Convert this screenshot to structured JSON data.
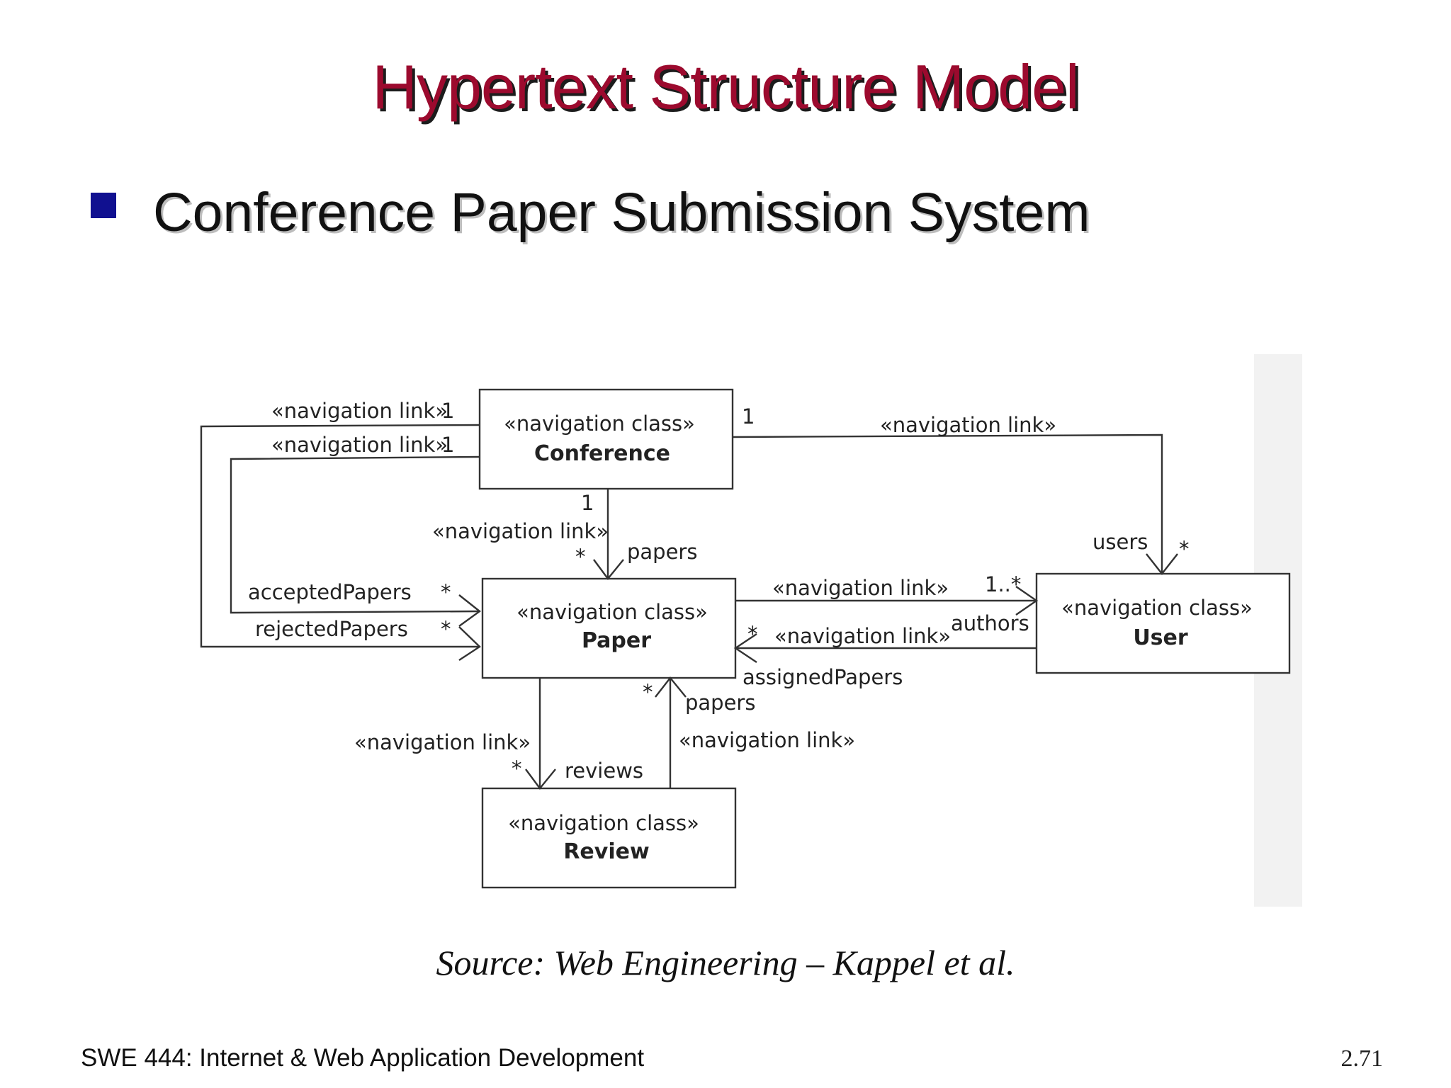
{
  "slide": {
    "title": "Hypertext Structure Model",
    "bullet": "Conference Paper Submission System",
    "source": "Source: Web Engineering – Kappel et al.",
    "footer_course": "SWE 444: Internet & Web Application Development",
    "page_number": "2.71"
  },
  "diagram": {
    "classes": {
      "conference": {
        "stereotype": "«navigation class»",
        "name": "Conference"
      },
      "paper": {
        "stereotype": "«navigation class»",
        "name": "Paper"
      },
      "user": {
        "stereotype": "«navigation class»",
        "name": "User"
      },
      "review": {
        "stereotype": "«navigation class»",
        "name": "Review"
      }
    },
    "labels": {
      "nav_link": "«navigation link»",
      "accepted_papers": "acceptedPapers",
      "rejected_papers": "rejectedPapers",
      "papers": "papers",
      "users": "users",
      "authors": "authors",
      "assigned_papers": "assignedPapers",
      "reviews": "reviews",
      "one": "1",
      "many": "*",
      "one_to_many": "1..*"
    }
  }
}
